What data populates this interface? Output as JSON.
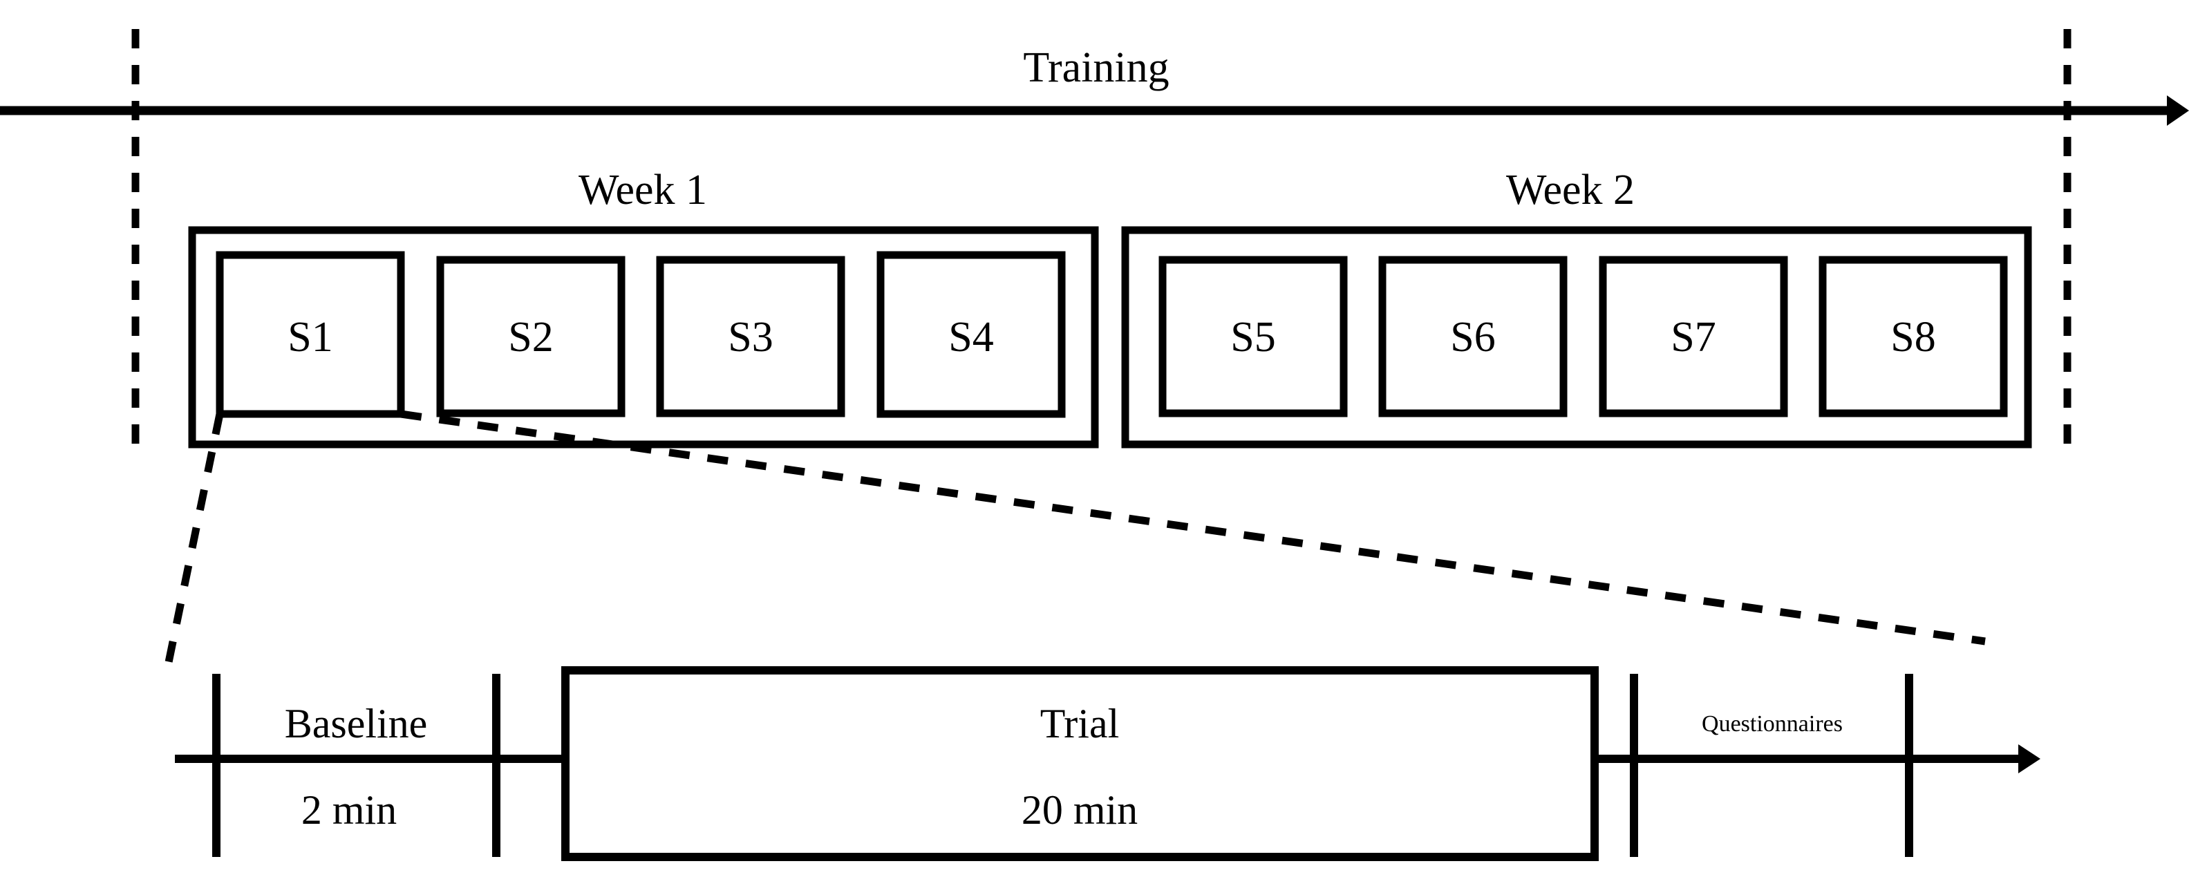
{
  "figure": {
    "title": "Training",
    "weeks": [
      {
        "label": "Week 1",
        "sessions": [
          "S1",
          "S2",
          "S3",
          "S4"
        ]
      },
      {
        "label": "Week 2",
        "sessions": [
          "S5",
          "S6",
          "S7",
          "S8"
        ]
      }
    ],
    "session_timeline": {
      "phases": [
        {
          "name": "Baseline",
          "duration": "2 min"
        },
        {
          "name": "Trial",
          "duration": "20 min"
        },
        {
          "name": "Questionnaires",
          "duration": ""
        }
      ]
    },
    "colors": {
      "line": "#000000",
      "background": "#ffffff"
    }
  }
}
